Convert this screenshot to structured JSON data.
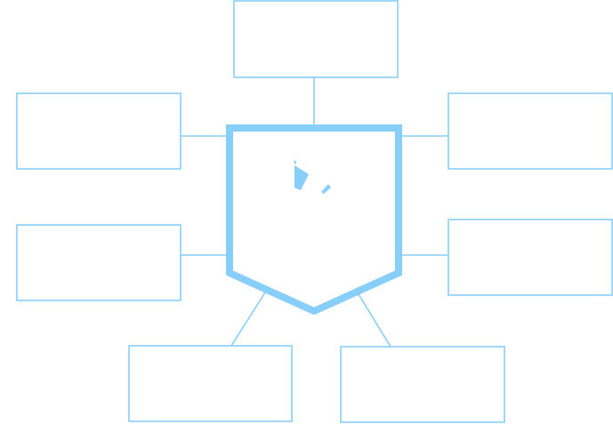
{
  "diagram": {
    "accent_color": "#87CEFA",
    "background_color": "#FFFFFF",
    "center_shape": "shield-pentagon",
    "center_emblem": "abstract-mark-icon",
    "box_count": 7,
    "boxes": [
      {
        "id": "top",
        "text": ""
      },
      {
        "id": "upper-left",
        "text": ""
      },
      {
        "id": "upper-right",
        "text": ""
      },
      {
        "id": "lower-left",
        "text": ""
      },
      {
        "id": "lower-right",
        "text": ""
      },
      {
        "id": "bottom-left",
        "text": ""
      },
      {
        "id": "bottom-right",
        "text": ""
      }
    ]
  }
}
